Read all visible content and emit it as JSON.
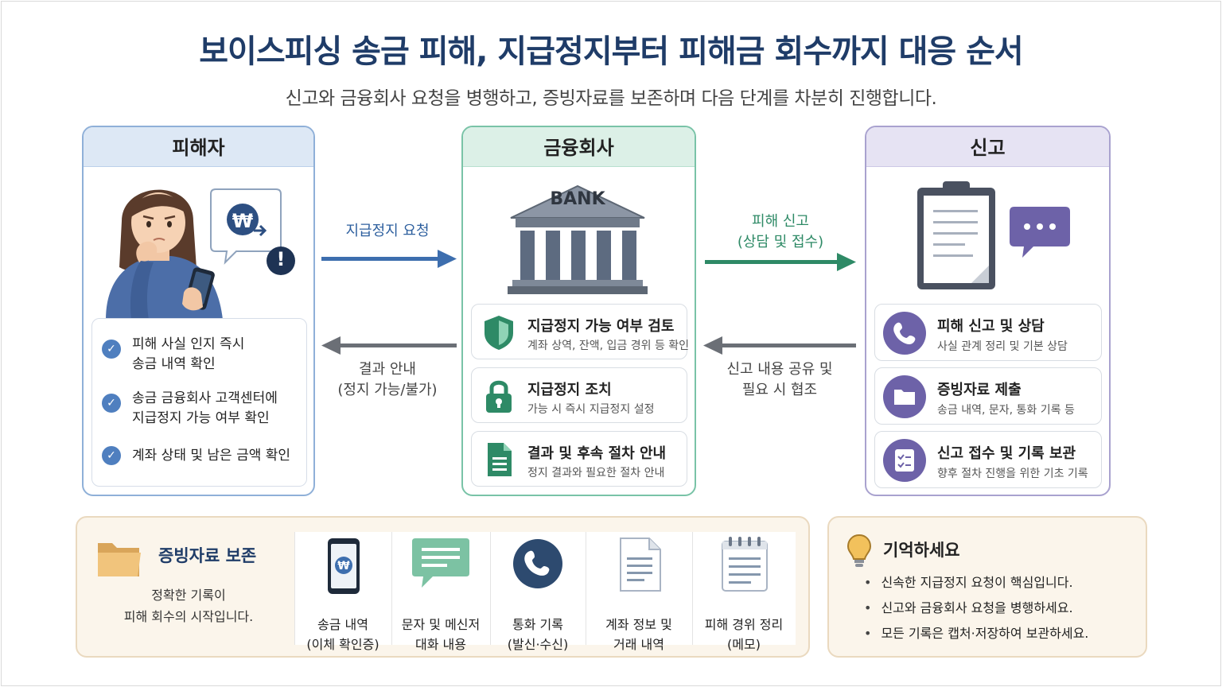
{
  "header": {
    "title": "보이스피싱 송금 피해, 지급정지부터 피해금 회수까지 대응 순서",
    "subtitle": "신고와 금융회사 요청을 병행하고, 증빙자료를 보존하며 다음 단계를 차분히 진행합니다."
  },
  "victim": {
    "heading": "피해자",
    "checks": [
      [
        "피해 사실 인지 즉시",
        "송금 내역 확인"
      ],
      [
        "송금 금융회사 고객센터에",
        "지급정지 가능 여부 확인"
      ],
      [
        "계좌 상태 및 남은 금액 확인"
      ]
    ],
    "won_symbol": "₩",
    "alert_symbol": "!"
  },
  "bank": {
    "heading": "금융회사",
    "building_label": "BANK",
    "steps": [
      {
        "title": "지급정지 가능 여부 검토",
        "desc": "계좌 상역, 잔액, 입금 경위 등 확인"
      },
      {
        "title": "지급정지 조치",
        "desc": "가능 시 즉시 지급정지 설정"
      },
      {
        "title": "결과 및 후속 절차 안내",
        "desc": "정지 결과와 필요한 절차 안내"
      }
    ]
  },
  "report": {
    "heading": "신고",
    "items": [
      {
        "title": "피해 신고 및 상담",
        "desc": "사실 관계 정리 및 기본 상담"
      },
      {
        "title": "증빙자료 제출",
        "desc": "송금 내역, 문자, 통화 기록 등"
      },
      {
        "title": "신고 접수 및 기록 보관",
        "desc": "향후 절차 진행을 위한 기초 기록"
      }
    ]
  },
  "arrows": {
    "request": "지급정지 요청",
    "result": [
      "결과 안내",
      "(정지 가능/불가)"
    ],
    "report": [
      "피해 신고",
      "(상담 및 접수)"
    ],
    "share": [
      "신고 내용 공유 및",
      "필요 시 협조"
    ]
  },
  "evidence": {
    "title": "증빙자료 보존",
    "desc": [
      "정확한 기록이",
      "피해 회수의 시작입니다."
    ],
    "items": [
      [
        "송금 내역",
        "(이체 확인증)"
      ],
      [
        "문자 및 메신저",
        "대화 내용"
      ],
      [
        "통화 기록",
        "(발신·수신)"
      ],
      [
        "계좌 정보 및",
        "거래 내역"
      ],
      [
        "피해 경위 정리",
        "(메모)"
      ]
    ]
  },
  "memo": {
    "title": "기억하세요",
    "items": [
      "신속한 지급정지 요청이 핵심입니다.",
      "신고와 금융회사 요청을 병행하세요.",
      "모든 기록은 캡처·저장하여 보관하세요."
    ]
  },
  "colors": {
    "title": "#1f3c68",
    "victim_blue": "#4f7fbf",
    "bank_green": "#2e8a66",
    "report_purple": "#6d62a8",
    "arrow_gray": "#6b6f76"
  }
}
